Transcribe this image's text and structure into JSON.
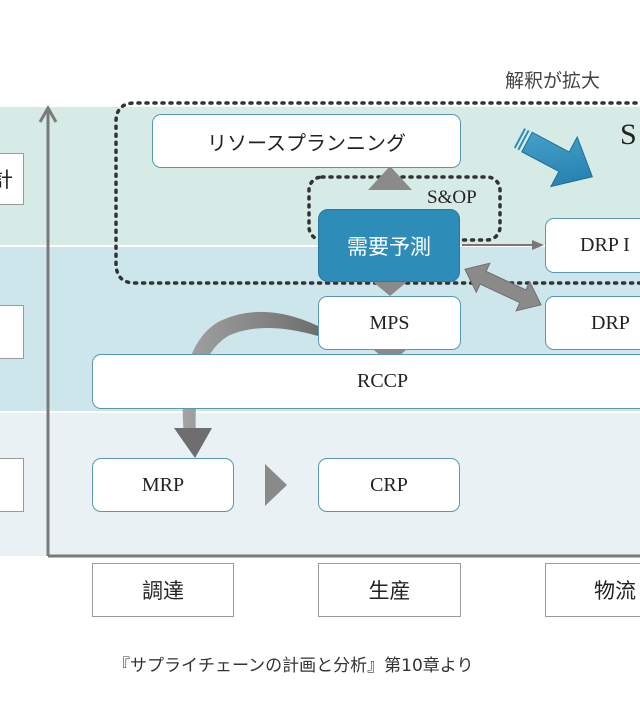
{
  "scope_note": "解釈が拡大",
  "boxes": {
    "resource_planning": "リソースプランニング",
    "sop": "S&OP",
    "demand_forecast": "需要予測",
    "drp_top": "DRP I",
    "mps": "MPS",
    "drp_mid": "DRP",
    "rccp": "RCCP",
    "mrp": "MRP",
    "crp": "CRP"
  },
  "big_arrow_label": "S",
  "left_labels": [
    "計",
    "",
    ""
  ],
  "x_categories": [
    "調達",
    "生産",
    "物流"
  ],
  "caption": "『サプライチェーンの計画と分析』第10章より",
  "colors": {
    "band_top": "#d7ebe6",
    "band_mid": "#cde6eb",
    "band_bottom": "#e9f1f5",
    "accent": "#2e8cb8",
    "box_border": "#5a97b3",
    "arrow_gray": "#8a8a8a"
  }
}
